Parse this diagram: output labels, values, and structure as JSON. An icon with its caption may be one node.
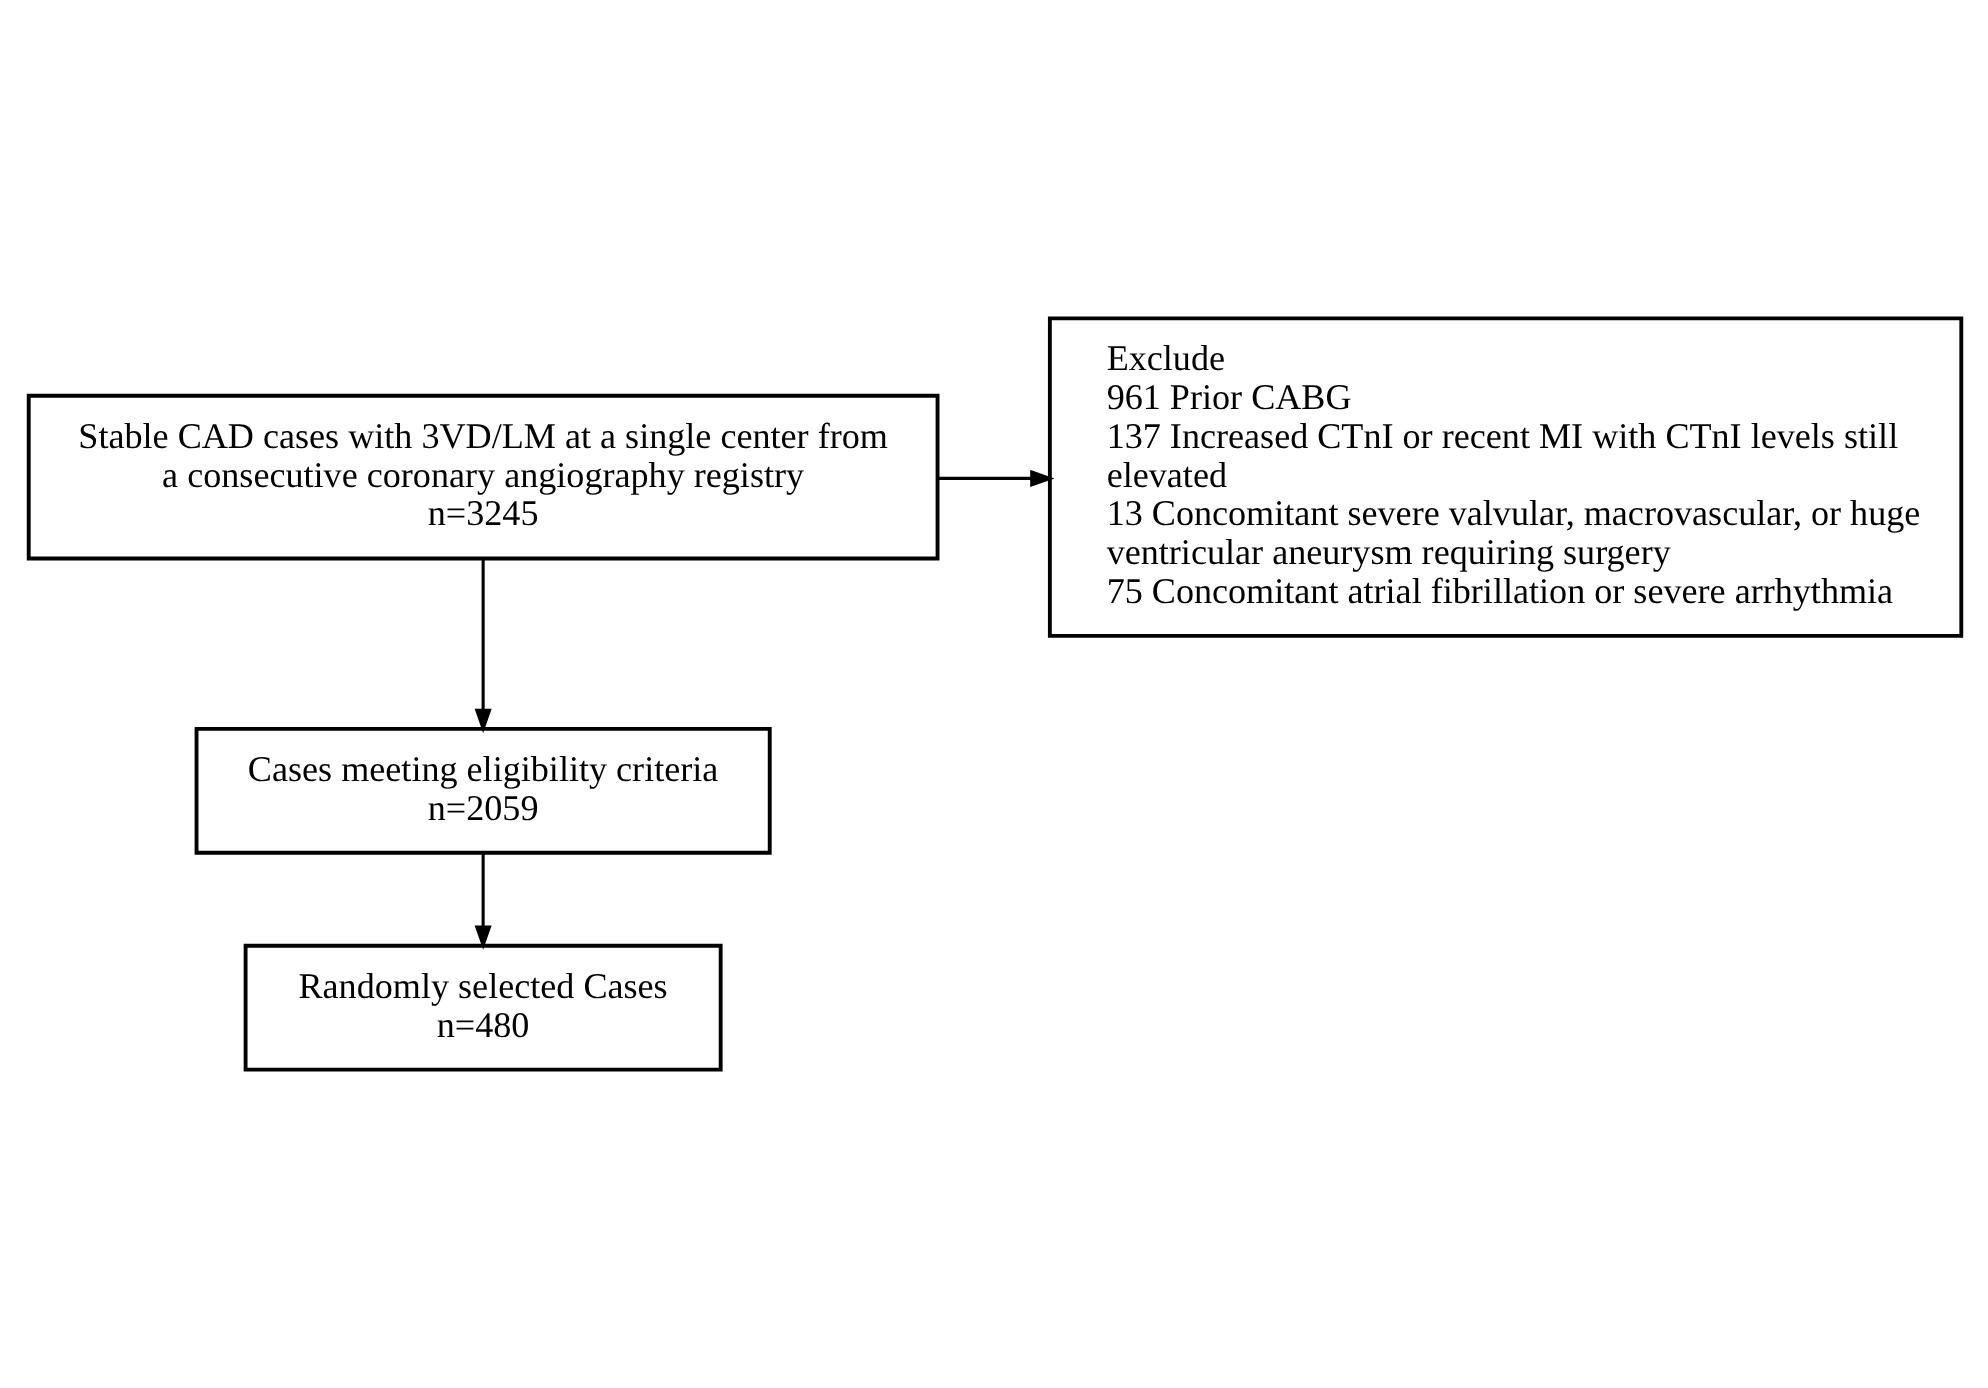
{
  "diagram": {
    "nodes": [
      {
        "text": [
          "Stable CAD cases with 3VD/LM at a single center from a consecutive coronary angiography registry",
          "n=3245"
        ]
      },
      {
        "text": [
          "Exclude",
          "961 Prior CABG",
          "137 Increased CTnI or recent MI with CTnI levels still elevated",
          "13 Concomitant severe valvular, macrovascular, or huge ventricular aneurysm requiring surgery",
          "75 Concomitant atrial fibrillation or severe arrhythmia"
        ]
      },
      {
        "text": [
          "Cases meeting eligibility criteria",
          "n=2059"
        ]
      },
      {
        "text": [
          "Randomly selected Cases",
          "n=480"
        ]
      }
    ],
    "edges": [
      {
        "from": 0,
        "to": 2,
        "arrow": "to"
      },
      {
        "from": 0,
        "to": 1,
        "arrow": "to"
      },
      {
        "from": 2,
        "to": 3,
        "arrow": "to"
      }
    ]
  }
}
